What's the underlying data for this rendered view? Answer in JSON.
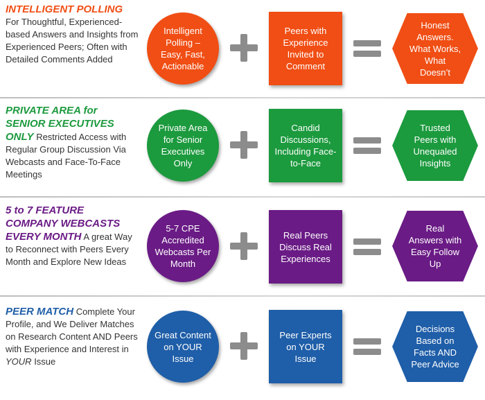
{
  "colors": {
    "orange": "#f04e14",
    "green": "#1c9a3e",
    "purple": "#6a1b85",
    "blue": "#1f5ea8",
    "operator": "#8c8c8c",
    "text": "#333333"
  },
  "rows": [
    {
      "title": "INTELLIGENT POLLING",
      "desc": "For Thoughtful, Experienced-based Answers and Insights from Experienced Peers; Often with Detailed Comments Added",
      "circle": "Intelligent Polling – Easy, Fast, Actionable",
      "square": "Peers with Experience Invited to Comment",
      "hex": "Honest Answers. What Works, What Doesn’t"
    },
    {
      "title_line1": "PRIVATE AREA for",
      "title_line2": "SENIOR EXECUTIVES",
      "title_line3": "ONLY",
      "desc": "Restricted Access with Regular Group Discussion Via Webcasts and Face-To-Face Meetings",
      "circle": "Private Area for Senior Executives Only",
      "square": "Candid Discussions, Including Face-to-Face",
      "hex": "Trusted Peers with Unequaled Insights"
    },
    {
      "title_line1": "5 to 7 FEATURE",
      "title_line2": "COMPANY WEBCASTS",
      "title_line3": "EVERY MONTH",
      "desc": "A great Way to Reconnect with Peers Every Month and Explore New Ideas",
      "circle": "5-7 CPE Accredited Webcasts Per Month",
      "square": "Real Peers Discuss Real Experiences",
      "hex": "Real Answers with Easy Follow Up"
    },
    {
      "title": "PEER MATCH",
      "desc": "Complete Your Profile, and We Deliver Matches on Research Content AND Peers with Experience and Interest in",
      "desc_em": "YOUR",
      "desc_end": "Issue",
      "circle": "Great Content on YOUR Issue",
      "square": "Peer Experts on YOUR Issue",
      "hex": "Decisions Based on Facts AND Peer Advice"
    }
  ]
}
